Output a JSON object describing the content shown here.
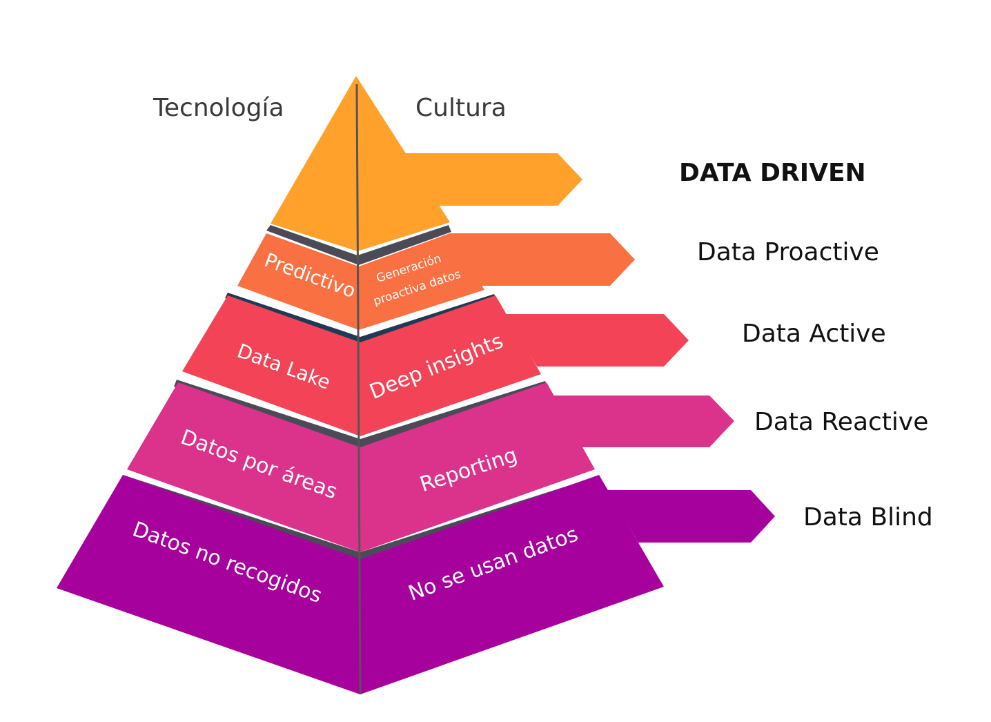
{
  "axes": {
    "left": "Tecnología",
    "right": "Cultura"
  },
  "colors": {
    "data_driven": "#FFA12B",
    "data_proactive": "#F97042",
    "data_active": "#F24357",
    "data_reactive": "#DB328C",
    "data_blind": "#A7019D",
    "separator": "#4B4B57",
    "separator_blue": "#1E3A55",
    "center_line": "#555555"
  },
  "levels": [
    {
      "key": "data_driven",
      "label": "DATA DRIVEN",
      "technology": "",
      "culture": ""
    },
    {
      "key": "data_proactive",
      "label": "Data Proactive",
      "technology": "Predictivo",
      "culture_line1": "Generación",
      "culture_line2": "proactiva datos"
    },
    {
      "key": "data_active",
      "label": "Data Active",
      "technology": "Data Lake",
      "culture": "Deep insights"
    },
    {
      "key": "data_reactive",
      "label": "Data Reactive",
      "technology": "Datos por áreas",
      "culture": "Reporting"
    },
    {
      "key": "data_blind",
      "label": "Data Blind",
      "technology": "Datos no recogidos",
      "culture": "No se usan datos"
    }
  ]
}
